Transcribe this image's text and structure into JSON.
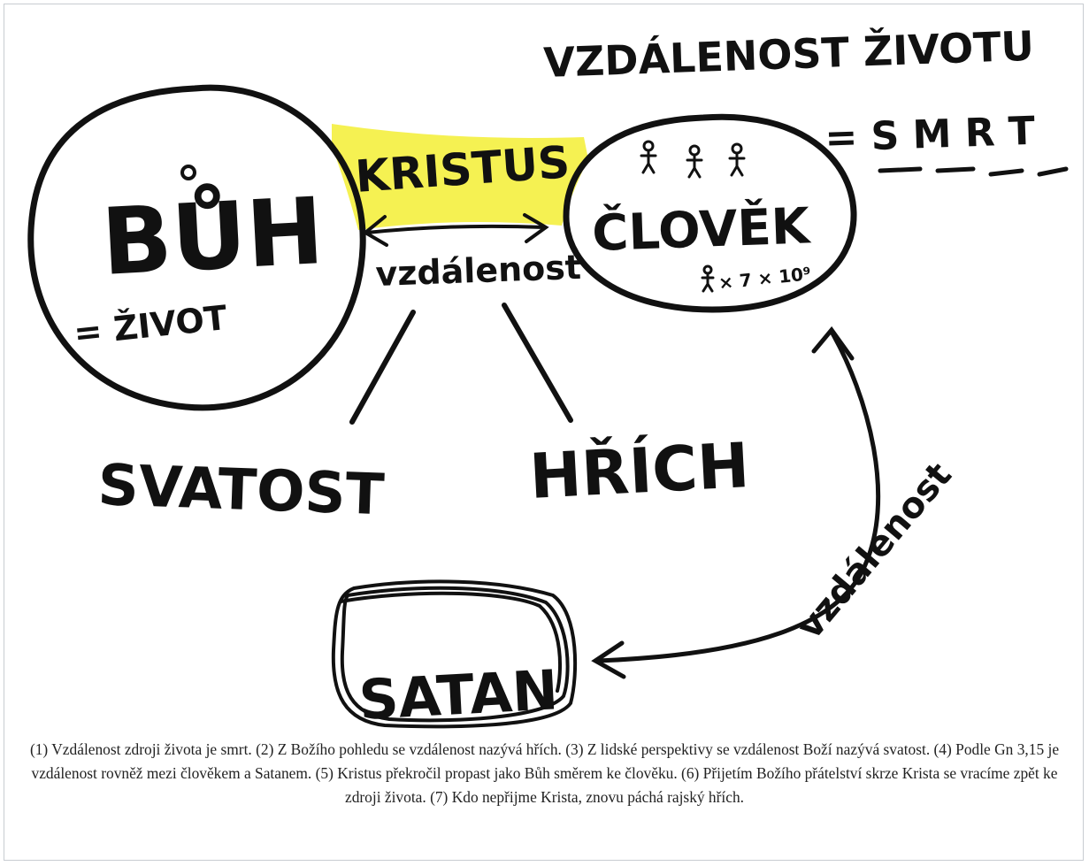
{
  "diagram": {
    "god_label": "BŮH",
    "life_label": "= ŽIVOT",
    "christ_label": "KRISTUS",
    "distance_center_label": "vzdálenost",
    "human_label": "ČLOVĚK",
    "population_label": "× 7 × 10⁹",
    "distance_life_label": "VZDÁLENOST ŽIVOTU",
    "death_label": "= S M R T",
    "holiness_label": "SVATOST",
    "sin_label": "HŘÍCH",
    "satan_label": "SATAN",
    "distance_satan_label": "vzdálenost",
    "highlight_color": "#f4f049"
  },
  "caption": "(1) Vzdálenost zdroji života je smrt. (2) Z Božího pohledu se vzdálenost nazývá hřích. (3) Z lidské perspektivy se vzdálenost Boží nazývá svatost. (4) Podle Gn 3,15 je vzdálenost rovněž mezi člověkem a Satanem. (5) Kristus překročil propast jako Bůh směrem ke člověku. (6) Přijetím Božího přátelství skrze Krista se vracíme zpět ke zdroji života. (7) Kdo nepřijme Krista, znovu páchá rajský hřích."
}
